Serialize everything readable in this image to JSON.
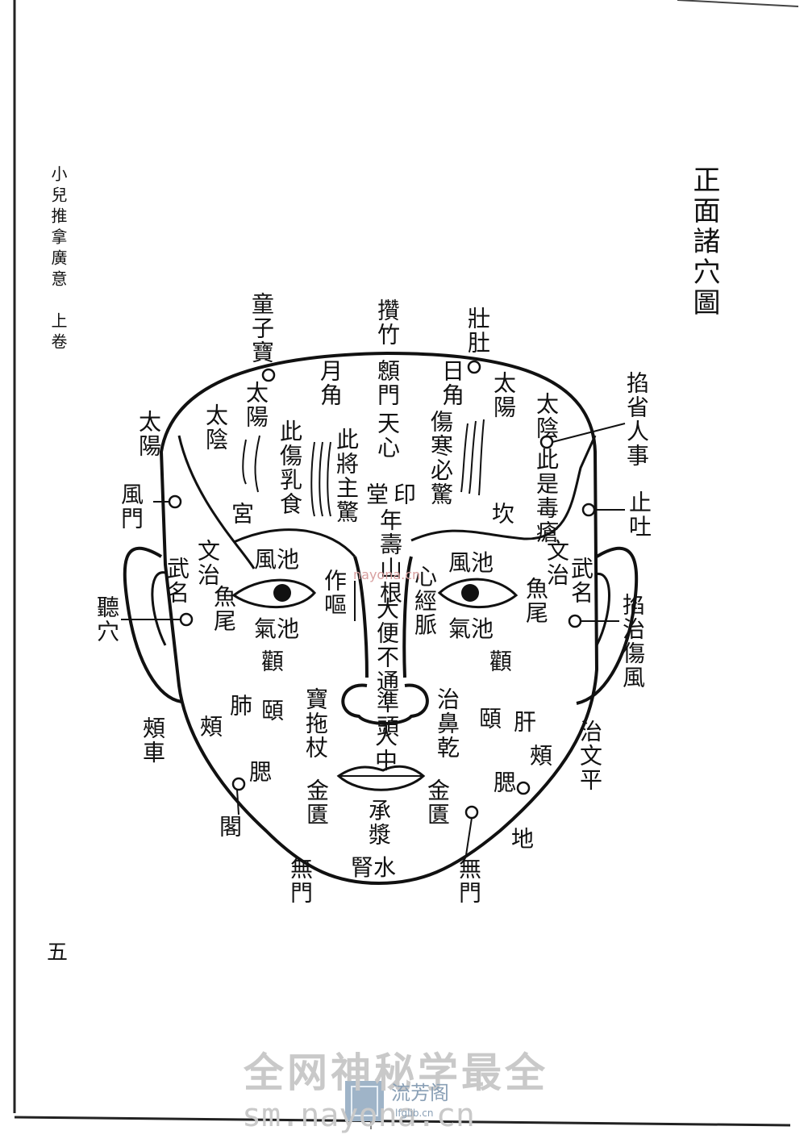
{
  "header": {
    "book_title": "小兒推拿廣意　上卷",
    "diagram_title": "正面諸穴圖",
    "page_number": "五"
  },
  "labels": {
    "tongzibao": "童子寶",
    "zanzhu": "攢竹",
    "zhuangdu": "壯肚",
    "taiyang_left_outer": "太陽",
    "yuejiao": "月角",
    "rijiao": "日角",
    "taiyang_right_inner": "太陽",
    "taiyang_left_inner": "太陽",
    "taiyin_left": "太陰",
    "taiyin_right": "太陰",
    "xinmen": "顖門",
    "tianxin": "天心",
    "shang_ru_shi": "此傷乳食",
    "jiang_zhu_jing": "此將主驚",
    "shanghan_bi_jing": "傷寒必驚",
    "qiaoxing_renshi": "掐省人事",
    "shi_du_zhu": "此是毒瘡",
    "fengmen": "風門",
    "zhitu": "止吐",
    "gong": "宮",
    "kan": "坎",
    "tang": "堂",
    "yin": "印",
    "nian_shou_shan_gen": "年壽山根",
    "fengchi_left": "風池",
    "fengchi_right": "風池",
    "wenzhi_left": "文治",
    "wenzhi_right": "文治",
    "wuming_left": "武名",
    "wuming_right": "武名",
    "zuo_ou": "作嘔",
    "xin_jing_mai": "心經脈",
    "yuwei_left": "魚尾",
    "yuwei_right": "魚尾",
    "qichi_left": "氣池",
    "qichi_right": "氣池",
    "tingxue": "聽穴",
    "zhi_shang_feng": "掐治傷風",
    "dabian_butong": "大便不通",
    "zhuntou": "準頭",
    "quan_left": "顴",
    "quan_right": "顴",
    "fei": "肺",
    "yi_left": "頤",
    "gan": "肝",
    "yi_right": "頤",
    "zhi_bi_gan": "治鼻乾",
    "jia_left": "頰",
    "jia_right": "頰",
    "jiache": "頰車",
    "bao_zhen_zhang": "寶拖杖",
    "renzhong": "人中",
    "zhi_wen_ping": "治文平",
    "sai_left": "腮",
    "sai_right": "腮",
    "jinkui_left": "金匱",
    "jinkui_right": "金匱",
    "chengjiang": "承漿",
    "ge": "閣",
    "di": "地",
    "wumen_left": "無門",
    "wumen_right": "無門",
    "shenshui": "腎水"
  },
  "watermark": {
    "line1": "全网神秘学最全",
    "line2": "sm.nayona.cn",
    "small_center": "nayona.cn",
    "badge": "流芳阁",
    "badge_url": "lfglib.cn"
  }
}
